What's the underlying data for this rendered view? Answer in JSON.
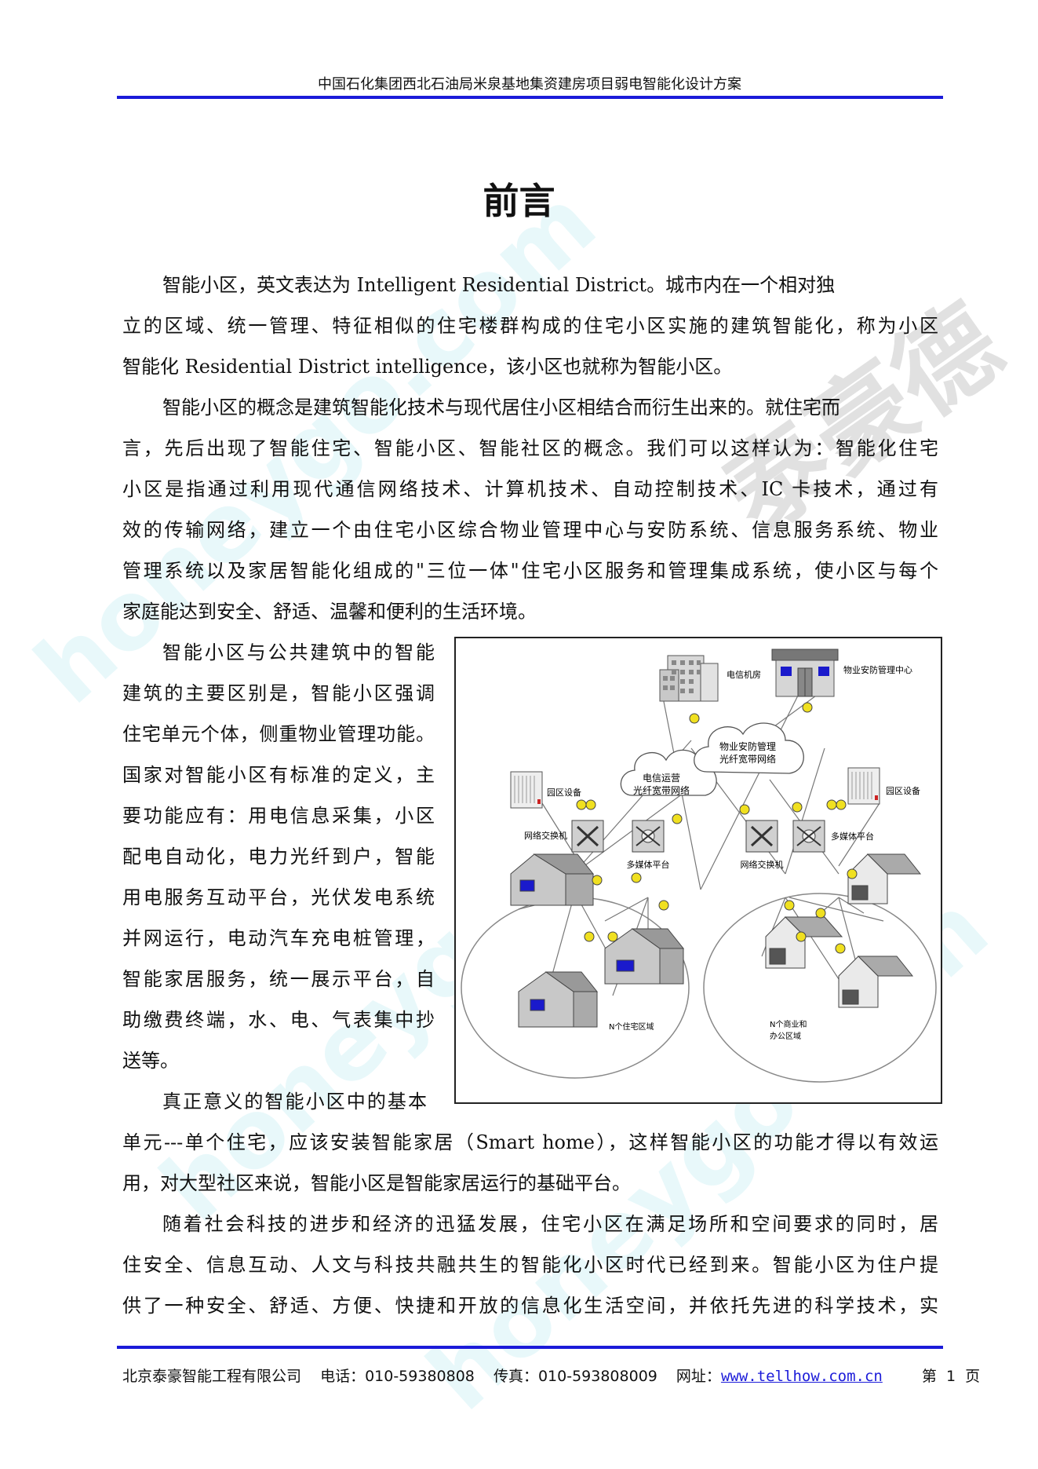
{
  "header": {
    "title": "中国石化集团西北石油局米泉基地集资建房项目弱电智能化设计方案"
  },
  "page_title": "前言",
  "body_lines": [
    "智能小区，英文表达为 Intelligent Residential District。城市内在一个相对独",
    "立的区域、统一管理、特征相似的住宅楼群构成的住宅小区实施的建筑智能化，称为小区",
    "智能化 Residential District intelligence，该小区也就称为智能小区。",
    "智能小区的概念是建筑智能化技术与现代居住小区相结合而衍生出来的。就住宅而",
    "言，先后出现了智能住宅、智能小区、智能社区的概念。我们可以这样认为：智能化住宅",
    "小区是指通过利用现代通信网络技术、计算机技术、自动控制技术、IC 卡技术，通过有",
    "效的传输网络，建立一个由住宅小区综合物业管理中心与安防系统、信息服务系统、物业",
    "管理系统以及家居智能化组成的\"三位一体\"住宅小区服务和管理集成系统，使小区与每个",
    "家庭能达到安全、舒适、温馨和便利的生活环境。"
  ],
  "side_lines": [
    "智能小区与公共建筑中的智能",
    "建筑的主要区别是，智能小区强调",
    "住宅单元个体，侧重物业管理功能。",
    "国家对智能小区有标准的定义，主",
    "要功能应有：用电信息采集，小区",
    "配电自动化，电力光纤到户，智能",
    "用电服务互动平台，光伏发电系统",
    "并网运行，电动汽车充电桩管理，",
    "智能家居服务，统一展示平台，自",
    "助缴费终端，水、电、气表集中抄",
    "送等。",
    "真正意义的智能小区中的基本"
  ],
  "after_lines": [
    "单元---单个住宅，应该安装智能家居（Smart home），这样智能小区的功能才得以有效运",
    "用，对大型社区来说，智能小区是智能家居运行的基础平台。",
    "随着社会科技的进步和经济的迅猛发展，住宅小区在满足场所和空间要求的同时，居",
    "住安全、信息互动、人文与科技共融共生的智能化小区时代已经到来。智能小区为住户提",
    "供了一种安全、舒适、方便、快捷和开放的信息化生活空间，并依托先进的科学技术，实"
  ],
  "diagram": {
    "telecom_room": "电信机房",
    "security_center": "物业安防管理中心",
    "cloud_telecom_1": "电信运营",
    "cloud_telecom_2": "光纤宽带网络",
    "cloud_security_1": "物业安防管理",
    "cloud_security_2": "光纤宽带网络",
    "park_equipment_left": "园区设备",
    "park_equipment_right": "园区设备",
    "switch_left": "网络交换机",
    "multimedia_left": "多媒体平台",
    "switch_right": "网络交换机",
    "multimedia_right": "多媒体平台",
    "residential_zone": "N个住宅区域",
    "office_zone_1": "N个商业和",
    "office_zone_2": "办公区域"
  },
  "watermark": {
    "brand": "泰豪德",
    "url": "honeygo.com"
  },
  "footer": {
    "company": "北京泰豪智能工程有限公司",
    "phone": "电话：010-59380808",
    "fax": "传真：010-593808009",
    "url_label": "网址：",
    "url": "www.tellhow.com.cn",
    "page": "第  1  页"
  },
  "colors": {
    "accent_rule": "#1b1bd9",
    "link": "#1b1bd9"
  }
}
